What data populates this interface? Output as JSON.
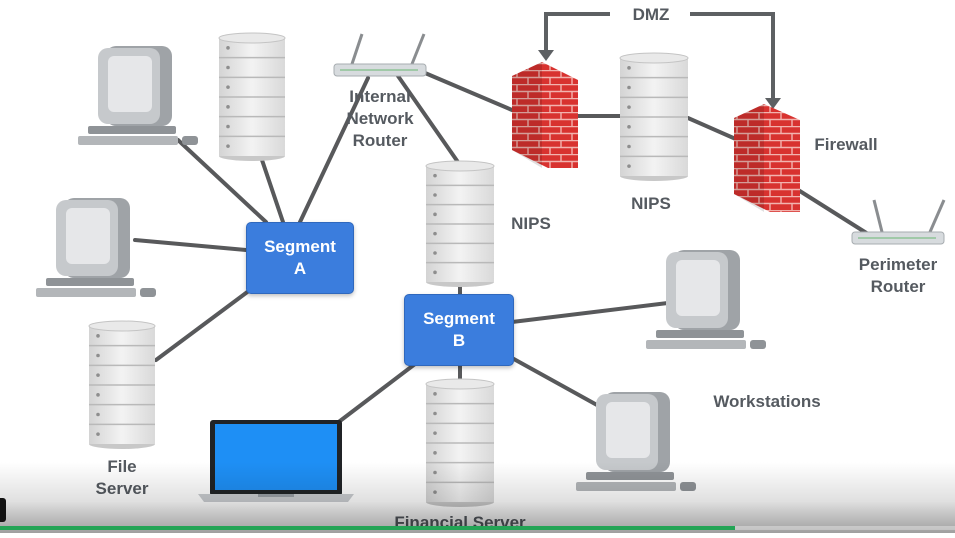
{
  "labels": {
    "dmz": "DMZ",
    "internal_router": [
      "Internal",
      "Network",
      "Router"
    ],
    "nips_center": "NIPS",
    "nips_dmz": "NIPS",
    "firewall": "Firewall",
    "perimeter_router": [
      "Perimeter",
      "Router"
    ],
    "workstations": "Workstations",
    "file_server": [
      "File",
      "Server"
    ],
    "financial_server": "Financial Server"
  },
  "segments": {
    "a": [
      "Segment",
      "A"
    ],
    "b": [
      "Segment",
      "B"
    ]
  },
  "player": {
    "progress": 0.77
  },
  "colors": {
    "segment": "#3b7ddd",
    "brick": "#d8322f",
    "laptop_screen": "#1e8ff5",
    "text": "#555a60",
    "progress": "#23a455"
  }
}
